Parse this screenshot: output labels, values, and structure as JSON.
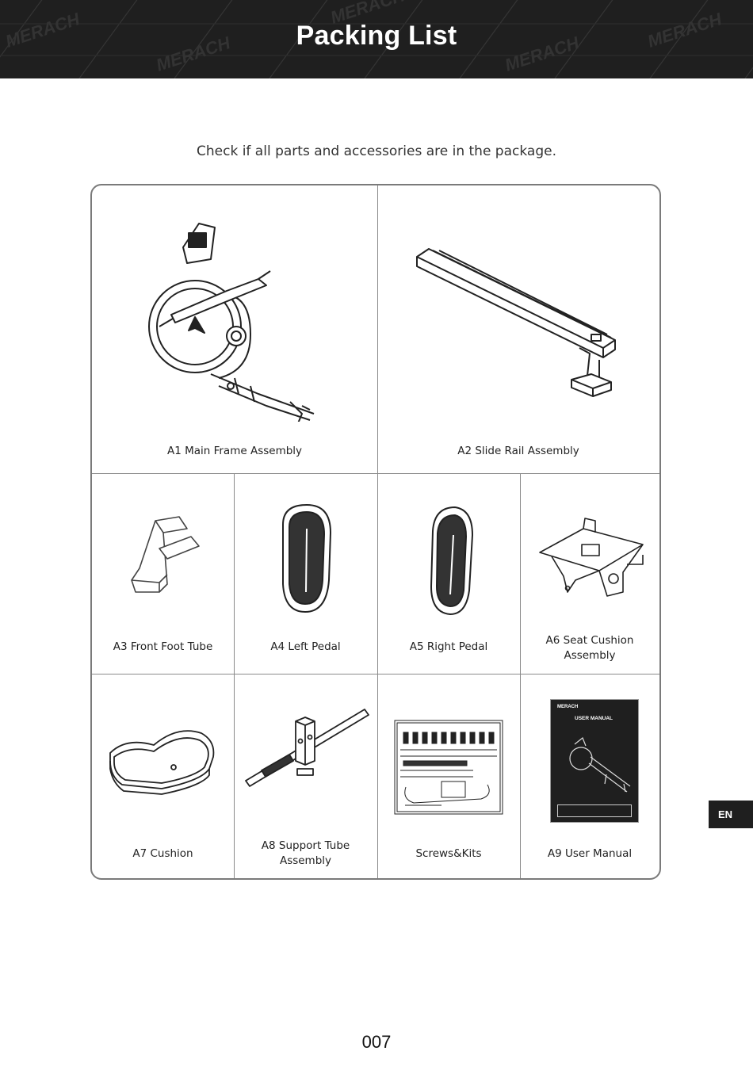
{
  "header": {
    "title": "Packing List",
    "background": "#1f1f1f",
    "watermark": "MERACH"
  },
  "intro": "Check if all parts and accessories are in the package.",
  "items": [
    {
      "id": "A1",
      "label": "A1 Main Frame Assembly",
      "icon": "main-frame-drawing"
    },
    {
      "id": "A2",
      "label": "A2 Slide Rail Assembly",
      "icon": "slide-rail-drawing"
    },
    {
      "id": "A3",
      "label": "A3 Front Foot Tube",
      "icon": "front-foot-tube-drawing"
    },
    {
      "id": "A4",
      "label": "A4 Left Pedal",
      "icon": "left-pedal-drawing"
    },
    {
      "id": "A5",
      "label": "A5 Right Pedal",
      "icon": "right-pedal-drawing"
    },
    {
      "id": "A6",
      "label": "A6 Seat Cushion Assembly",
      "icon": "seat-cushion-assembly-drawing"
    },
    {
      "id": "A7",
      "label": "A7 Cushion",
      "icon": "cushion-drawing"
    },
    {
      "id": "A8",
      "label": "A8 Support Tube Assembly",
      "icon": "support-tube-drawing"
    },
    {
      "id": "KIT",
      "label": "Screws&Kits",
      "icon": "screws-kits-drawing"
    },
    {
      "id": "A9",
      "label": "A9 User Manual",
      "icon": "user-manual-drawing"
    }
  ],
  "manual_cover": {
    "brand": "MERACH",
    "title": "USER MANUAL"
  },
  "lang_tab": "EN",
  "page_number": "007"
}
